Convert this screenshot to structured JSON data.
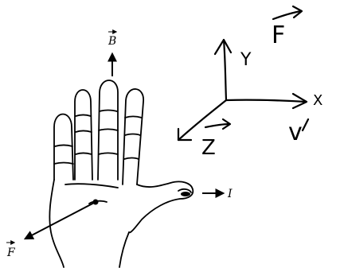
{
  "left_figure": {
    "labels": {
      "field": "B",
      "current": "I",
      "force": "F"
    }
  },
  "right_figure": {
    "labels": {
      "y_axis": "Y",
      "x_axis": "X",
      "z_axis": "Z",
      "force": "F",
      "velocity": "v"
    }
  }
}
